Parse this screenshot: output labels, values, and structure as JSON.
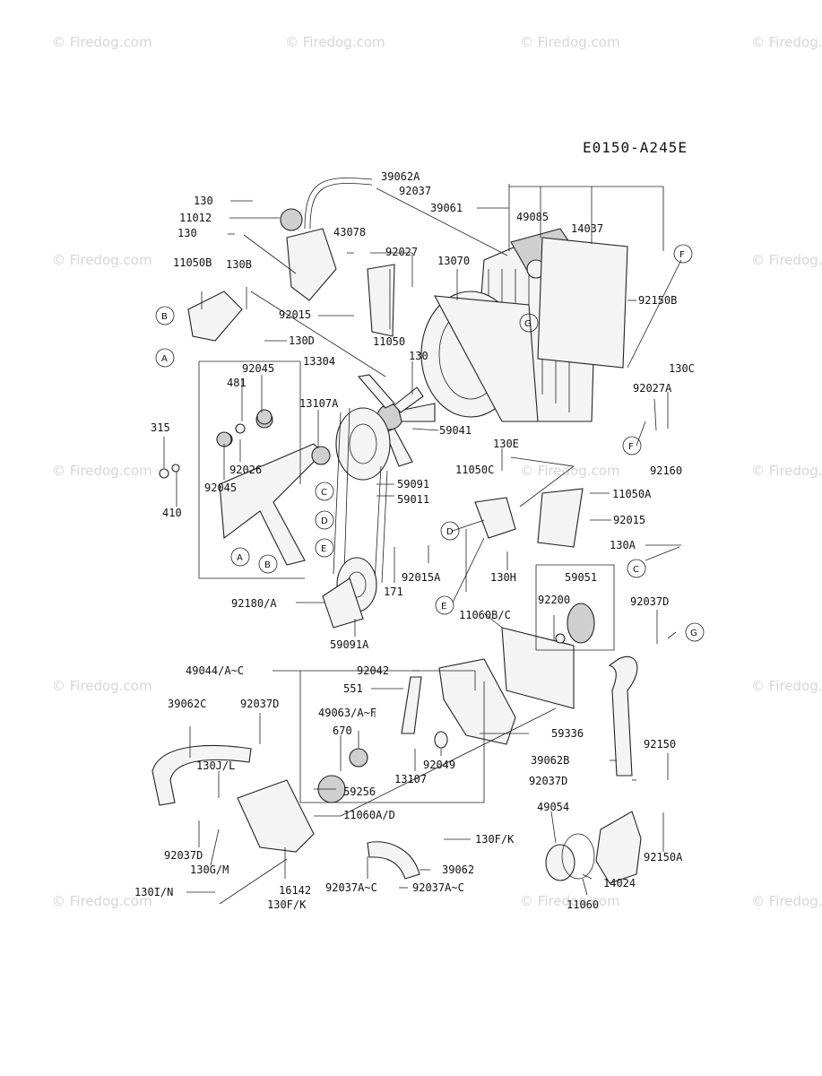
{
  "diagram_code": "E0150-A245E",
  "watermark": "© Firedog.com",
  "callouts": {
    "c1": "A",
    "c2": "B",
    "c3": "C",
    "c4": "D",
    "c5": "E",
    "c6": "F",
    "c7": "G"
  },
  "labels": {
    "l001": "39062A",
    "l002": "130",
    "l003": "92037",
    "l004": "39061",
    "l005": "11012",
    "l006": "49085",
    "l007": "14037",
    "l008": "130",
    "l009": "43078",
    "l010": "92027",
    "l011": "13070",
    "l012": "11050B",
    "l013": "130B",
    "l014": "92015",
    "l015": "11050",
    "l016": "92150B",
    "l017": "130D",
    "l018": "130",
    "l019": "92045",
    "l020": "13304",
    "l021": "130C",
    "l022": "481",
    "l023": "13107A",
    "l024": "92027A",
    "l025": "315",
    "l026": "59041",
    "l027": "130E",
    "l028": "92026",
    "l029": "92160",
    "l030": "92045",
    "l031": "11050C",
    "l032": "59091",
    "l033": "59011",
    "l034": "11050A",
    "l035": "410",
    "l036": "92015",
    "l037": "130A",
    "l038": "92015A",
    "l039": "130H",
    "l040": "59051",
    "l041": "92180/A",
    "l042": "171",
    "l043": "92200",
    "l044": "92037D",
    "l045": "11060B/C",
    "l046": "59091A",
    "l047": "49044/A~C",
    "l048": "92042",
    "l049": "551",
    "l050": "39062C",
    "l051": "92037D",
    "l052": "49063/A~F",
    "l053": "670",
    "l054": "59336",
    "l055": "92049",
    "l056": "130J/L",
    "l057": "13107",
    "l058": "39062B",
    "l059": "92150",
    "l060": "59256",
    "l061": "92037D",
    "l062": "11060A/D",
    "l063": "49054",
    "l064": "130F/K",
    "l065": "92037D",
    "l066": "130G/M",
    "l067": "39062",
    "l068": "92150A",
    "l069": "92037A~C",
    "l070": "92037A~C",
    "l071": "16142",
    "l072": "14024",
    "l073": "130I/N",
    "l074": "130F/K",
    "l075": "11060"
  }
}
